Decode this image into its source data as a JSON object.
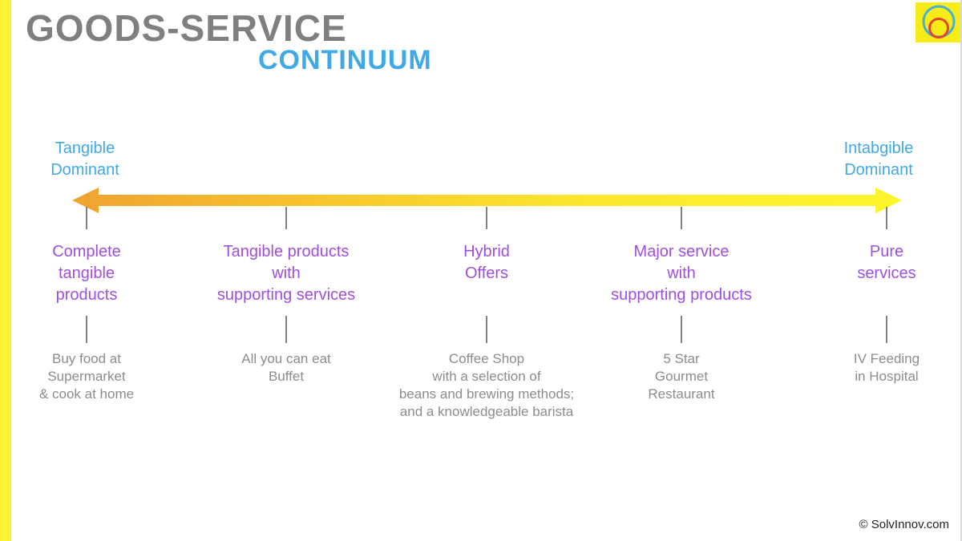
{
  "title": {
    "primary": "GOODS-SERVICE",
    "secondary": "CONTINUUM"
  },
  "endpoints": {
    "left": "Tangible\nDominant",
    "right": "Intabgible\nDominant"
  },
  "columns": [
    {
      "label": "Complete\ntangible\nproducts",
      "description": "Buy food at\nSupermarket\n& cook at home"
    },
    {
      "label": "Tangible products\nwith\nsupporting services",
      "description": "All you can eat\nBuffet"
    },
    {
      "label": "Hybrid\nOffers",
      "description": "Coffee Shop\nwith a selection of\nbeans and brewing methods;\nand a knowledgeable barista"
    },
    {
      "label": "Major service\nwith\nsupporting products",
      "description": "5 Star\nGourmet\nRestaurant"
    },
    {
      "label": "Pure\nservices",
      "description": "IV Feeding\nin Hospital"
    }
  ],
  "footer": {
    "copyright": "© SolvInnov.com"
  },
  "icons": {
    "logo": "concentric-circles-icon"
  },
  "colors": {
    "accent_blue": "#3FA9E8",
    "accent_purple": "#A04EDE",
    "title_gray": "#7F7F7F",
    "description_gray": "#8C8C8C",
    "stripe_yellow": "#FBF233",
    "logo_yellow": "#F7EC15",
    "arrow_gradient_start": "#EFA230",
    "arrow_gradient_end": "#FCF62B",
    "logo_circle_blue": "#46B0D5",
    "logo_circle_red": "#E0472E"
  }
}
